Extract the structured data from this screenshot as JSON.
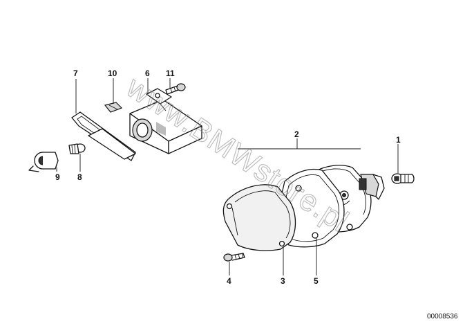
{
  "diagram": {
    "callouts": {
      "c1": "1",
      "c2": "2",
      "c3": "3",
      "c4": "4",
      "c5": "5",
      "c6": "6",
      "c7": "7",
      "c8": "8",
      "c9": "9",
      "c10": "10",
      "c11": "11"
    },
    "reference_number": "00008536",
    "watermark": "www.BMWstore.pl"
  }
}
